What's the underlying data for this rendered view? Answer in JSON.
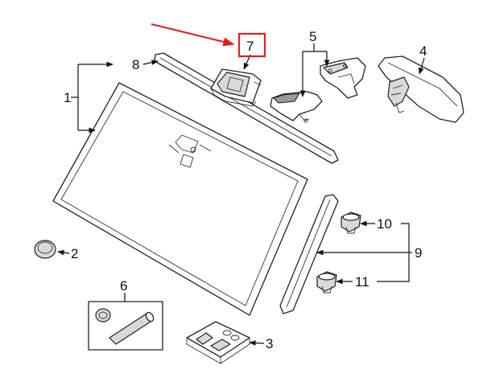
{
  "diagram": {
    "highlight_color": "#e02020",
    "callouts": {
      "c1": "1",
      "c2": "2",
      "c3": "3",
      "c4": "4",
      "c5": "5",
      "c6": "6",
      "c7": "7",
      "c8": "8",
      "c9": "9",
      "c10": "10",
      "c11": "11"
    },
    "highlighted_callout": "7"
  }
}
